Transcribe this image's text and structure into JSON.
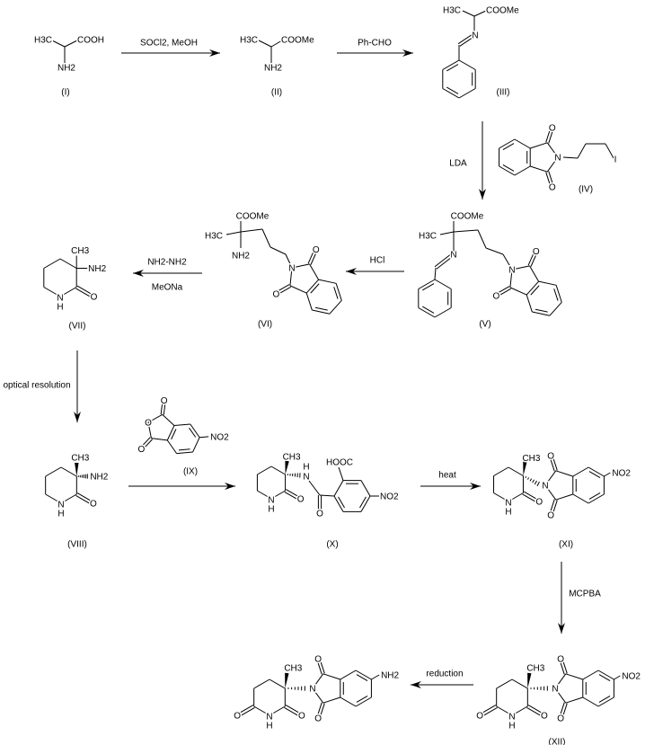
{
  "reagents": {
    "step1": "SOCl2, MeOH",
    "step2": "Ph-CHO",
    "step3": "LDA",
    "step4": "HCl",
    "step5a": "NH2-NH2",
    "step5b": "MeONa",
    "step6": "optical resolution",
    "step7": "heat",
    "step8": "MCPBA",
    "step9": "reduction"
  },
  "compounds": {
    "I": {
      "label": "(I)",
      "methyl": "H3C",
      "acid": "COOH",
      "amine": "NH2"
    },
    "II": {
      "label": "(II)",
      "methyl": "H3C",
      "ester": "COOMe",
      "amine": "NH2"
    },
    "III": {
      "label": "(III)",
      "methyl": "H3C",
      "ester": "COOMe",
      "imine_n": "N"
    },
    "IV": {
      "label": "(IV)",
      "n": "N",
      "o1": "O",
      "o2": "O",
      "iodo": "I"
    },
    "V": {
      "label": "(V)",
      "methyl": "H3C",
      "ester": "COOMe",
      "imine_n": "N",
      "n": "N",
      "o1": "O",
      "o2": "O"
    },
    "VI": {
      "label": "(VI)",
      "methyl": "H3C",
      "ester": "COOMe",
      "amine": "NH2",
      "n": "N",
      "o1": "O",
      "o2": "O"
    },
    "VII": {
      "label": "(VII)",
      "methyl": "CH3",
      "amine": "NH2",
      "ring_n": "N",
      "ring_h": "H",
      "o": "O"
    },
    "VIII": {
      "label": "(VIII)",
      "methyl": "CH3",
      "amine": "NH2",
      "ring_n": "N",
      "ring_h": "H",
      "o": "O"
    },
    "IX": {
      "label": "(IX)",
      "o_ring": "O",
      "o1": "O",
      "o2": "O",
      "nitro": "NO2"
    },
    "X": {
      "label": "(X)",
      "methyl": "CH3",
      "amide_n": "N",
      "amide_h": "H",
      "acid": "HOOC",
      "o_amide": "O",
      "nitro": "NO2",
      "ring_n": "N",
      "ring_h": "H",
      "o": "O"
    },
    "XI": {
      "label": "(XI)",
      "methyl": "CH3",
      "n": "N",
      "o1": "O",
      "o2": "O",
      "nitro": "NO2",
      "ring_n": "N",
      "ring_h": "H",
      "o": "O"
    },
    "XII": {
      "label": "(XII)",
      "methyl": "CH3",
      "n": "N",
      "o1": "O",
      "o2": "O",
      "nitro": "NO2",
      "ring_n": "N",
      "ring_h": "H",
      "o": "O",
      "o6": "O"
    },
    "XIII": {
      "methyl": "CH3",
      "n": "N",
      "o1": "O",
      "o2": "O",
      "amine": "NH2",
      "ring_n": "N",
      "ring_h": "H",
      "o": "O",
      "o6": "O"
    }
  }
}
